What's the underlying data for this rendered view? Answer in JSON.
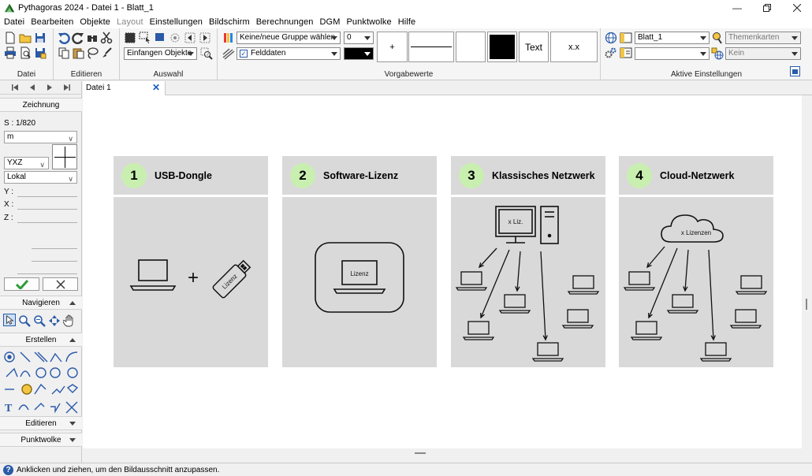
{
  "window": {
    "title": "Pythagoras 2024 - Datei 1 - Blatt_1",
    "minimize_icon": "minimize-icon",
    "maximize_icon": "restore-icon",
    "close_icon": "close-icon"
  },
  "menu": {
    "items": [
      {
        "label": "Datei",
        "enabled": true
      },
      {
        "label": "Bearbeiten",
        "enabled": true
      },
      {
        "label": "Objekte",
        "enabled": true
      },
      {
        "label": "Layout",
        "enabled": false
      },
      {
        "label": "Einstellungen",
        "enabled": true
      },
      {
        "label": "Bildschirm",
        "enabled": true
      },
      {
        "label": "Berechnungen",
        "enabled": true
      },
      {
        "label": "DGM",
        "enabled": true
      },
      {
        "label": "Punktwolke",
        "enabled": true
      },
      {
        "label": "Hilfe",
        "enabled": true
      }
    ]
  },
  "ribbon": {
    "groups": {
      "datei": "Datei",
      "editieren": "Editieren",
      "auswahl": "Auswahl",
      "vorgabewerte": "Vorgabewerte",
      "aktive": "Aktive Einstellungen"
    },
    "einfangen_select": "Einfangen Objekte",
    "group_select": "Keine/neue Gruppe wählen",
    "number_select": "0",
    "felddaten_label": "Felddaten",
    "felddaten_checked": true,
    "preview_plus": "+",
    "preview_text": "Text",
    "preview_xx": "x.x",
    "blatt_select": "Blatt_1",
    "themenkarten_select": "Themenkarten",
    "kein_select": "Kein",
    "color_black": "#000000"
  },
  "sidebar": {
    "zeichnung_header": "Zeichnung",
    "scale_label": "S : 1/820",
    "unit_select": "m",
    "axis_select": "YXZ",
    "coord_select": "Lokal",
    "y_label": "Y :",
    "x_label": "X :",
    "z_label": "Z :",
    "navigieren_header": "Navigieren",
    "erstellen_header": "Erstellen",
    "editieren_header": "Editieren",
    "punktwolke_header": "Punktwolke"
  },
  "tabs": [
    {
      "label": "Datei 1"
    }
  ],
  "status": {
    "text": "Anklicken und ziehen, um den Bildausschnitt anzupassen."
  },
  "drawing": {
    "cards": [
      {
        "number": "1",
        "title": "USB-Dongle",
        "plus": "+",
        "dongle_label": "Lizenz"
      },
      {
        "number": "2",
        "title": "Software-Lizenz",
        "screen_label": "Lizenz"
      },
      {
        "number": "3",
        "title": "Klassisches Netzwerk",
        "screen_label": "x Liz."
      },
      {
        "number": "4",
        "title": "Cloud-Netzwerk",
        "cloud_label": "x Lizenzen"
      }
    ],
    "accent": "#c9efb0",
    "card_bg": "#d9d9d9"
  }
}
